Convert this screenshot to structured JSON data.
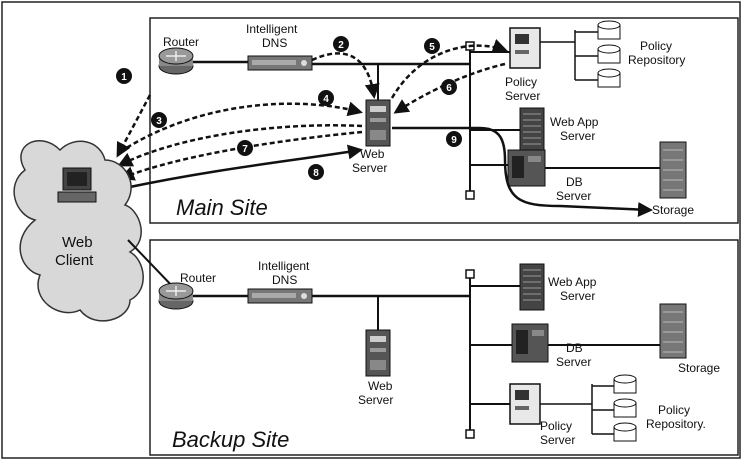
{
  "main_site": {
    "title": "Main Site",
    "router": "Router",
    "dns": [
      "Intelligent",
      "DNS"
    ],
    "web_server": [
      "Web",
      "Server"
    ],
    "policy_server": [
      "Policy",
      "Server"
    ],
    "policy_repository": [
      "Policy",
      "Repository"
    ],
    "web_app_server": [
      "Web App",
      "Server"
    ],
    "db_server": [
      "DB",
      "Server"
    ],
    "storage": "Storage",
    "steps": [
      "1",
      "2",
      "3",
      "4",
      "5",
      "6",
      "7",
      "8",
      "9"
    ]
  },
  "client": [
    "Web",
    "Client"
  ],
  "backup_site": {
    "title": "Backup Site",
    "router": "Router",
    "dns": [
      "Intelligent",
      "DNS"
    ],
    "web_server": [
      "Web",
      "Server"
    ],
    "web_app_server": [
      "Web App",
      "Server"
    ],
    "db_server": [
      "DB",
      "Server"
    ],
    "storage": "Storage",
    "policy_server": [
      "Policy",
      "Server"
    ],
    "policy_repository": [
      "Policy",
      "Repository."
    ]
  }
}
